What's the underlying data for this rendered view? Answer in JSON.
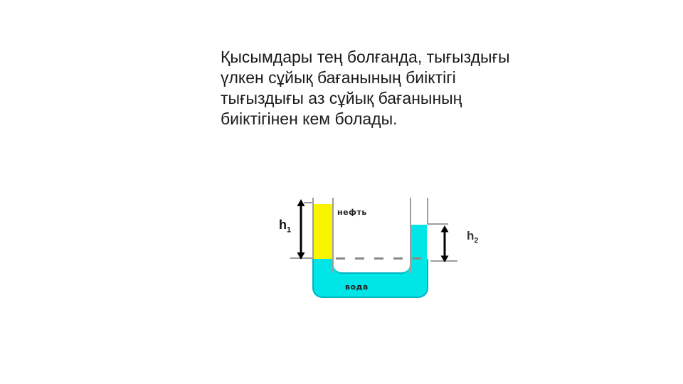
{
  "slide": {
    "text_block": {
      "lines": [
        "Қысымдары тең болғанда, тығыздығы",
        "үлкен сұйық бағанының биіктігі",
        "тығыздығы аз сұйық бағанының",
        "биіктігінен кем болады."
      ]
    },
    "diagram": {
      "oil_label": "нефть",
      "water_label": "вода",
      "h1": {
        "base": "h",
        "sub": "1"
      },
      "h2": {
        "base": "h",
        "sub": "2"
      }
    }
  },
  "colors": {
    "oil": "#f9f400",
    "water": "#00e6e6",
    "water-edge": "#00b4c2",
    "wall": "#9e9e9e",
    "dash": "#8a8a8a",
    "arrow": "#000000",
    "text": "#1a1a1a"
  }
}
